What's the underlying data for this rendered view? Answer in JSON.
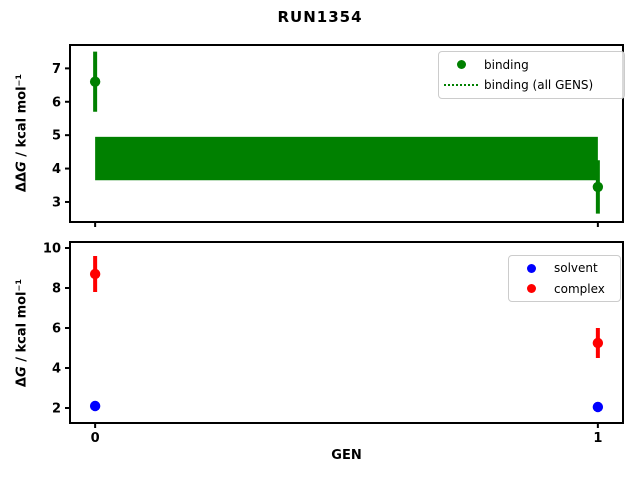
{
  "figure": {
    "title": "RUN1354"
  },
  "chart_data": [
    {
      "type": "scatter",
      "title": "RUN1354",
      "ylabel": {
        "prefix": "ΔΔ",
        "var": "G",
        "unit": " / kcal mol⁻¹"
      },
      "xlabel": "",
      "xlim": [
        -0.05,
        1.05
      ],
      "ylim": [
        2.4,
        7.7
      ],
      "xticks": [
        0,
        1
      ],
      "xticklabels_visible": false,
      "yticks": [
        3,
        4,
        5,
        6,
        7
      ],
      "grid": false,
      "legend_position": "upper right",
      "series": [
        {
          "name": "binding",
          "color": "#008000",
          "points": [
            {
              "x": 0,
              "y": 6.6,
              "yerr": 0.9
            },
            {
              "x": 1,
              "y": 3.45,
              "yerr": 0.8
            }
          ]
        },
        {
          "name": "binding (all GENS)",
          "color": "#008000",
          "band": {
            "x0": 0,
            "x1": 1,
            "ylo": 3.65,
            "yhi": 4.95
          }
        }
      ],
      "legend": {
        "items": [
          {
            "label": "binding",
            "marker": "dot",
            "color": "#008000"
          },
          {
            "label": "binding (all GENS)",
            "marker": "dotted-line",
            "color": "#008000"
          }
        ]
      }
    },
    {
      "type": "scatter",
      "title": "",
      "ylabel": {
        "prefix": "Δ",
        "var": "G",
        "unit": " / kcal mol⁻¹"
      },
      "xlabel": "GEN",
      "xlim": [
        -0.05,
        1.05
      ],
      "ylim": [
        1.25,
        10.3
      ],
      "xticks": [
        0,
        1
      ],
      "xticklabels_visible": true,
      "yticks": [
        2,
        4,
        6,
        8,
        10
      ],
      "grid": false,
      "legend_position": "upper right",
      "series": [
        {
          "name": "solvent",
          "color": "#0000ff",
          "points": [
            {
              "x": 0,
              "y": 2.1,
              "yerr": 0.15
            },
            {
              "x": 1,
              "y": 2.05,
              "yerr": 0.12
            }
          ]
        },
        {
          "name": "complex",
          "color": "#ff0000",
          "points": [
            {
              "x": 0,
              "y": 8.7,
              "yerr": 0.9
            },
            {
              "x": 1,
              "y": 5.25,
              "yerr": 0.75
            }
          ]
        }
      ],
      "legend": {
        "items": [
          {
            "label": "solvent",
            "marker": "dot",
            "color": "#0000ff"
          },
          {
            "label": "complex",
            "marker": "dot",
            "color": "#ff0000"
          }
        ]
      }
    }
  ]
}
